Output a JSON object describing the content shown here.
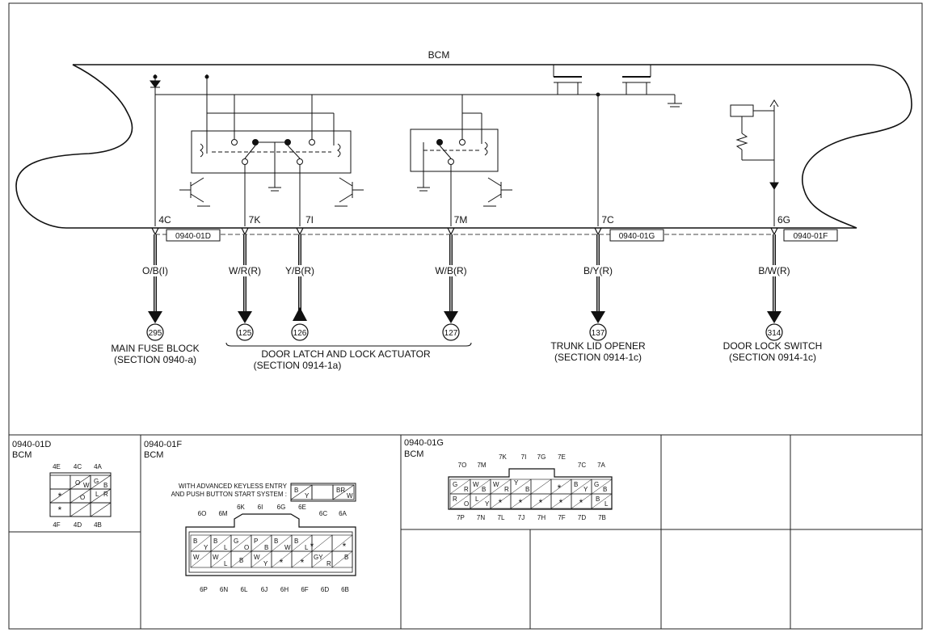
{
  "bcm_label": "BCM",
  "pins": [
    {
      "id": "4C"
    },
    {
      "id": "7K"
    },
    {
      "id": "7I"
    },
    {
      "id": "7M"
    },
    {
      "id": "7C"
    },
    {
      "id": "6G"
    }
  ],
  "connector_tags": [
    "0940-01D",
    "0940-01G",
    "0940-01F"
  ],
  "wires": [
    {
      "color": "O/B(I)",
      "ref": "295"
    },
    {
      "color": "W/R(R)",
      "ref": "125"
    },
    {
      "color": "Y/B(R)",
      "ref": "126"
    },
    {
      "color": "W/B(R)",
      "ref": "127"
    },
    {
      "color": "B/Y(R)",
      "ref": "137"
    },
    {
      "color": "B/W(R)",
      "ref": "314"
    }
  ],
  "destinations": {
    "main_fuse": {
      "line1": "MAIN FUSE BLOCK",
      "line2": "(SECTION 0940-a)"
    },
    "door_latch": {
      "line1": "DOOR LATCH AND LOCK ACTUATOR",
      "line2": "(SECTION 0914-1a)"
    },
    "trunk": {
      "line1": "TRUNK LID OPENER",
      "line2": "(SECTION 0914-1c)"
    },
    "door_switch": {
      "line1": "DOOR LOCK SWITCH",
      "line2": "(SECTION 0914-1c)"
    }
  },
  "connectors": {
    "c01D": {
      "id": "0940-01D",
      "name": "BCM",
      "top_pins": [
        "4E",
        "4C",
        "4A"
      ],
      "bottom_pins": [
        "4F",
        "4D",
        "4B"
      ],
      "cells": [
        "",
        "O",
        "G",
        "B",
        "W",
        "",
        "R",
        "O",
        "L"
      ]
    },
    "c01F": {
      "id": "0940-01F",
      "name": "BCM",
      "note_line1": "WITH ADVANCED KEYLESS ENTRY",
      "note_line2": "AND PUSH BUTTON START SYSTEM :",
      "note_cells": [
        "B",
        "Y",
        "BR",
        "W"
      ],
      "top_pins_row1": [
        "6K",
        "6I",
        "6G",
        "6E"
      ],
      "top_pins_row2": [
        "6O",
        "6M",
        "6C",
        "6A"
      ],
      "bottom_pins": [
        "6P",
        "6N",
        "6L",
        "6J",
        "6H",
        "6F",
        "6D",
        "6B"
      ],
      "row1": [
        "B",
        "Y",
        "B",
        "L",
        "G",
        "O",
        "P",
        "B",
        "B",
        "W",
        "B",
        "L"
      ],
      "row2": [
        "W",
        "W",
        "L",
        "B",
        "W",
        "Y",
        "GY",
        "R",
        "B"
      ]
    },
    "c01G": {
      "id": "0940-01G",
      "name": "BCM",
      "top_pins_row1": [
        "7K",
        "7I",
        "7G",
        "7E"
      ],
      "top_pins_row2": [
        "7O",
        "7M",
        "7C",
        "7A"
      ],
      "bottom_pins": [
        "7P",
        "7N",
        "7L",
        "7J",
        "7H",
        "7F",
        "7D",
        "7B"
      ],
      "row1": [
        "G",
        "R",
        "W",
        "B",
        "W",
        "R",
        "Y",
        "B",
        "B",
        "Y",
        "G",
        "B"
      ],
      "row2": [
        "R",
        "O",
        "L",
        "Y",
        "B",
        "L"
      ]
    }
  }
}
